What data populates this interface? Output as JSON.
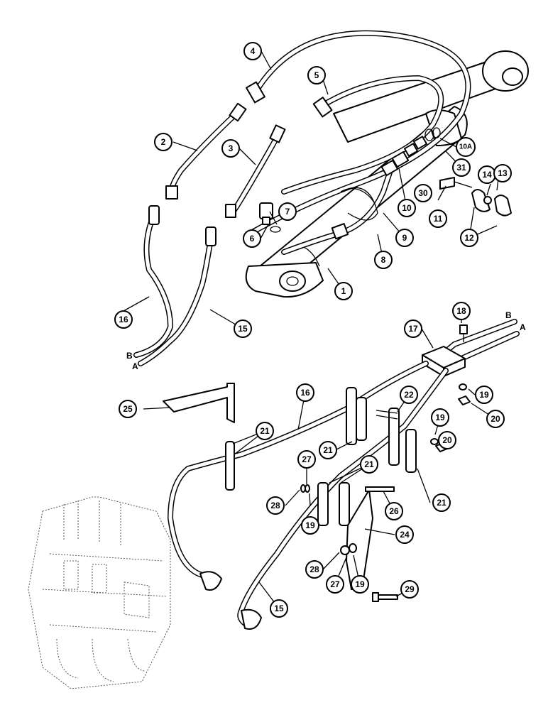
{
  "callouts": {
    "c1": "1",
    "c2": "2",
    "c3": "3",
    "c4": "4",
    "c5": "5",
    "c6": "6",
    "c7": "7",
    "c8": "8",
    "c9": "9",
    "c10": "10",
    "c10a": "10A",
    "c11": "11",
    "c12": "12",
    "c13": "13",
    "c14": "14",
    "c15a": "15",
    "c16a": "16",
    "c30": "30",
    "c31": "31",
    "c17": "17",
    "c18": "18",
    "c19a": "19",
    "c19b": "19",
    "c19c": "19",
    "c19d": "19",
    "c20a": "20",
    "c20b": "20",
    "c21a": "21",
    "c21b": "21",
    "c21c": "21",
    "c21d": "21",
    "c22": "22",
    "c24": "24",
    "c25": "25",
    "c26": "26",
    "c27a": "27",
    "c27b": "27",
    "c28a": "28",
    "c28b": "28",
    "c29": "29",
    "c16b": "16",
    "c15b": "15"
  },
  "line_ends": {
    "upper_b": "B",
    "upper_a": "A",
    "lower_b": "B",
    "lower_a": "A"
  },
  "ink_color": "#000000",
  "paper_color": "#ffffff"
}
